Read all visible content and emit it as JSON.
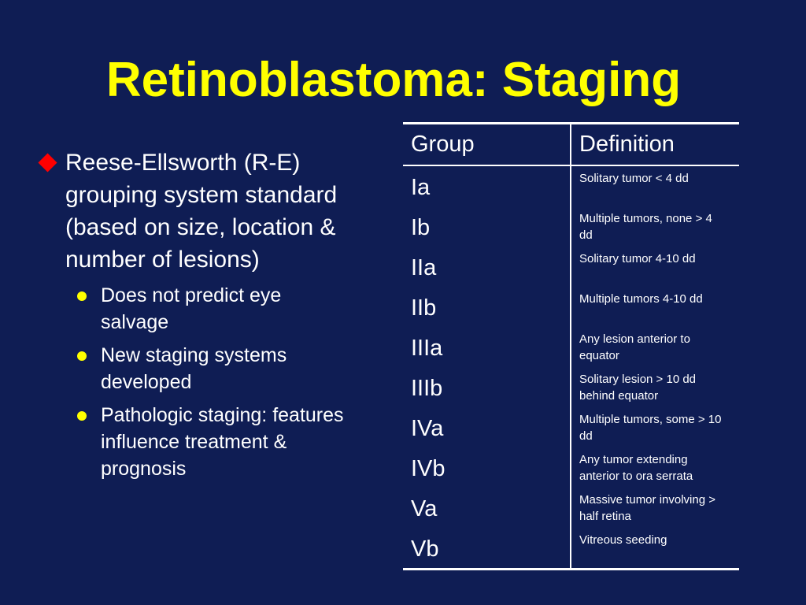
{
  "slide": {
    "title": "Retinoblastoma: Staging"
  },
  "bullets": {
    "main": "Reese-Ellsworth (R-E) grouping system standard (based on size, location & number of lesions)",
    "sub": [
      "Does not predict eye salvage",
      "New staging systems developed",
      "Pathologic staging: features influence treatment & prognosis"
    ]
  },
  "table": {
    "headers": [
      "Group",
      "Definition"
    ],
    "rows": [
      {
        "group": "Ia",
        "definition": "Solitary tumor < 4 dd"
      },
      {
        "group": "Ib",
        "definition": "Multiple tumors, none > 4 dd"
      },
      {
        "group": "IIa",
        "definition": "Solitary tumor 4-10 dd"
      },
      {
        "group": "IIb",
        "definition": "Multiple tumors 4-10 dd"
      },
      {
        "group": "IIIa",
        "definition": "Any lesion anterior to equator"
      },
      {
        "group": "IIIb",
        "definition": "Solitary lesion > 10 dd behind equator"
      },
      {
        "group": "IVa",
        "definition": "Multiple tumors, some > 10 dd"
      },
      {
        "group": "IVb",
        "definition": "Any tumor extending anterior to ora serrata"
      },
      {
        "group": "Va",
        "definition": "Massive tumor involving > half retina"
      },
      {
        "group": "Vb",
        "definition": "Vitreous seeding"
      }
    ]
  },
  "colors": {
    "background": "#0f1d54",
    "title": "#ffff00",
    "main_bullet": "#ff0000",
    "sub_bullet": "#ffff00",
    "text": "#ffffff"
  }
}
